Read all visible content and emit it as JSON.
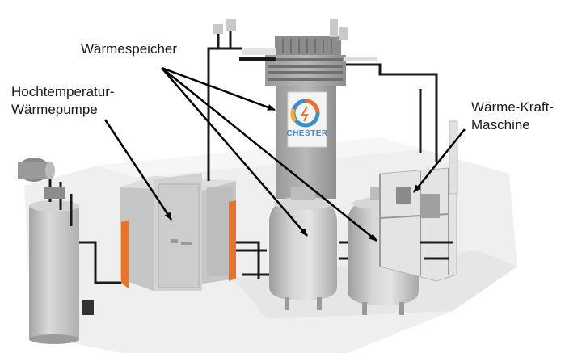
{
  "labels": {
    "heat_storage": "Wärmespeicher",
    "heat_pump_line1": "Hochtemperatur-",
    "heat_pump_line2": "Wärmepumpe",
    "engine_line1": "Wärme-Kraft-",
    "engine_line2": "Maschine"
  },
  "logo": {
    "text": "CHESTER"
  },
  "colors": {
    "background": "#ffffff",
    "floor": "#eeeeee",
    "equipment_gray": "#c9c9c9",
    "tank_gray": "#c2c2c2",
    "accent_orange": "#e8742c",
    "pipe_black": "#1a1a1a",
    "arrow": "#000000",
    "logo_blue": "#3a8fd0"
  }
}
